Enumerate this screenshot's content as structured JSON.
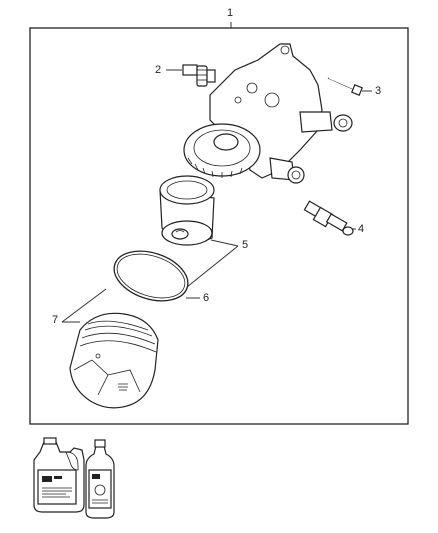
{
  "callouts": {
    "c1": "1",
    "c2": "2",
    "c3": "3",
    "c4": "4",
    "c5": "5",
    "c6": "6",
    "c7": "7"
  },
  "icons": {
    "housing": "oil-filter-housing",
    "bolt": "bolt",
    "sensor": "oil-pressure-sensor",
    "element": "oil-filter-element",
    "oring": "o-ring",
    "cap": "oil-filter-cap",
    "oil": "engine-oil-bottles"
  }
}
